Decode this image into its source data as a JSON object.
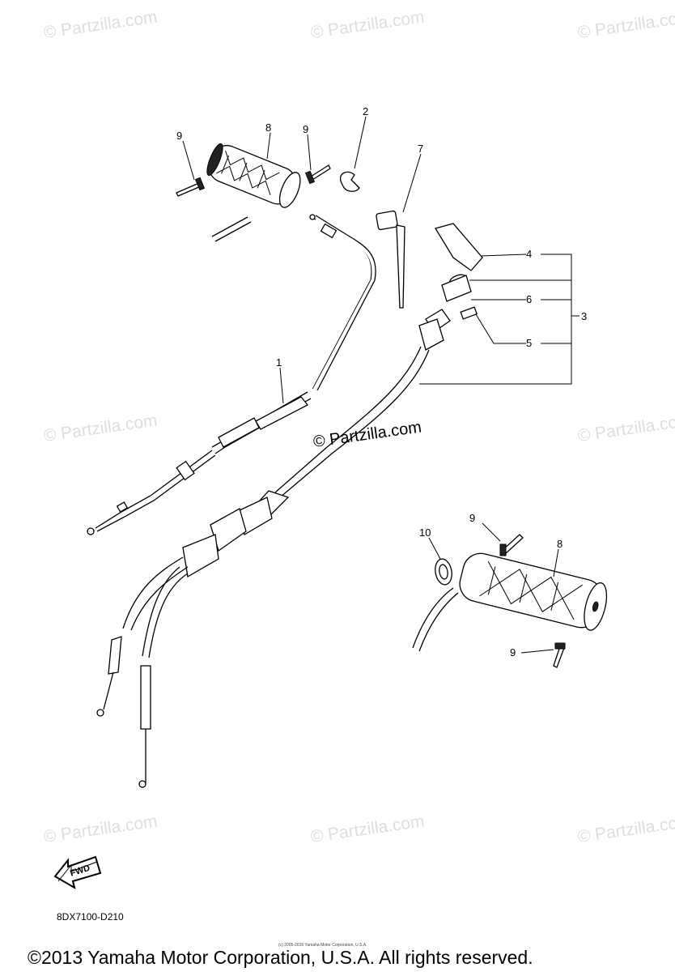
{
  "watermark": {
    "text": "© Partzilla.com",
    "center_text": "© Partzilla.com"
  },
  "callouts": {
    "c1": "1",
    "c2": "2",
    "c3": "3",
    "c4": "4",
    "c5": "5",
    "c6": "6",
    "c7": "7",
    "c8a": "8",
    "c8b": "8",
    "c9a": "9",
    "c9b": "9",
    "c9c": "9",
    "c9d": "9",
    "c10": "10"
  },
  "fwd_label": "FWD",
  "diagram_ref": "8DX7100-D210",
  "tiny_copyright": "(c) 2005-2016 Yamaha Motor Corporation, U.S.A.",
  "copyright": "©2013 Yamaha Motor Corporation, U.S.A. All rights reserved."
}
